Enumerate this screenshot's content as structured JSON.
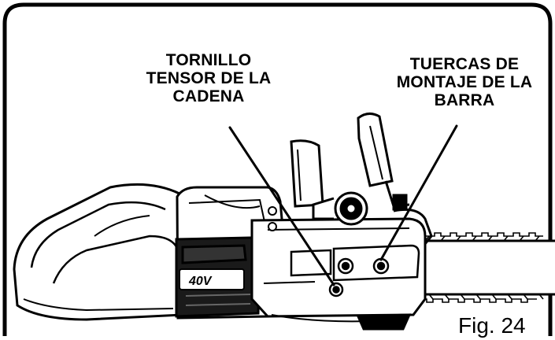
{
  "callouts": {
    "chain_tensioning_screw": [
      "TORNILLO",
      "TENSOR DE LA",
      "CADENA"
    ],
    "bar_mounting_nuts": [
      "TUERCAS DE",
      "MONTAJE DE LA",
      "BARRA"
    ]
  },
  "battery_label": "40V",
  "figure_label": "Fig. 24",
  "icons": [
    "chainsaw-illustration",
    "leader-line"
  ]
}
